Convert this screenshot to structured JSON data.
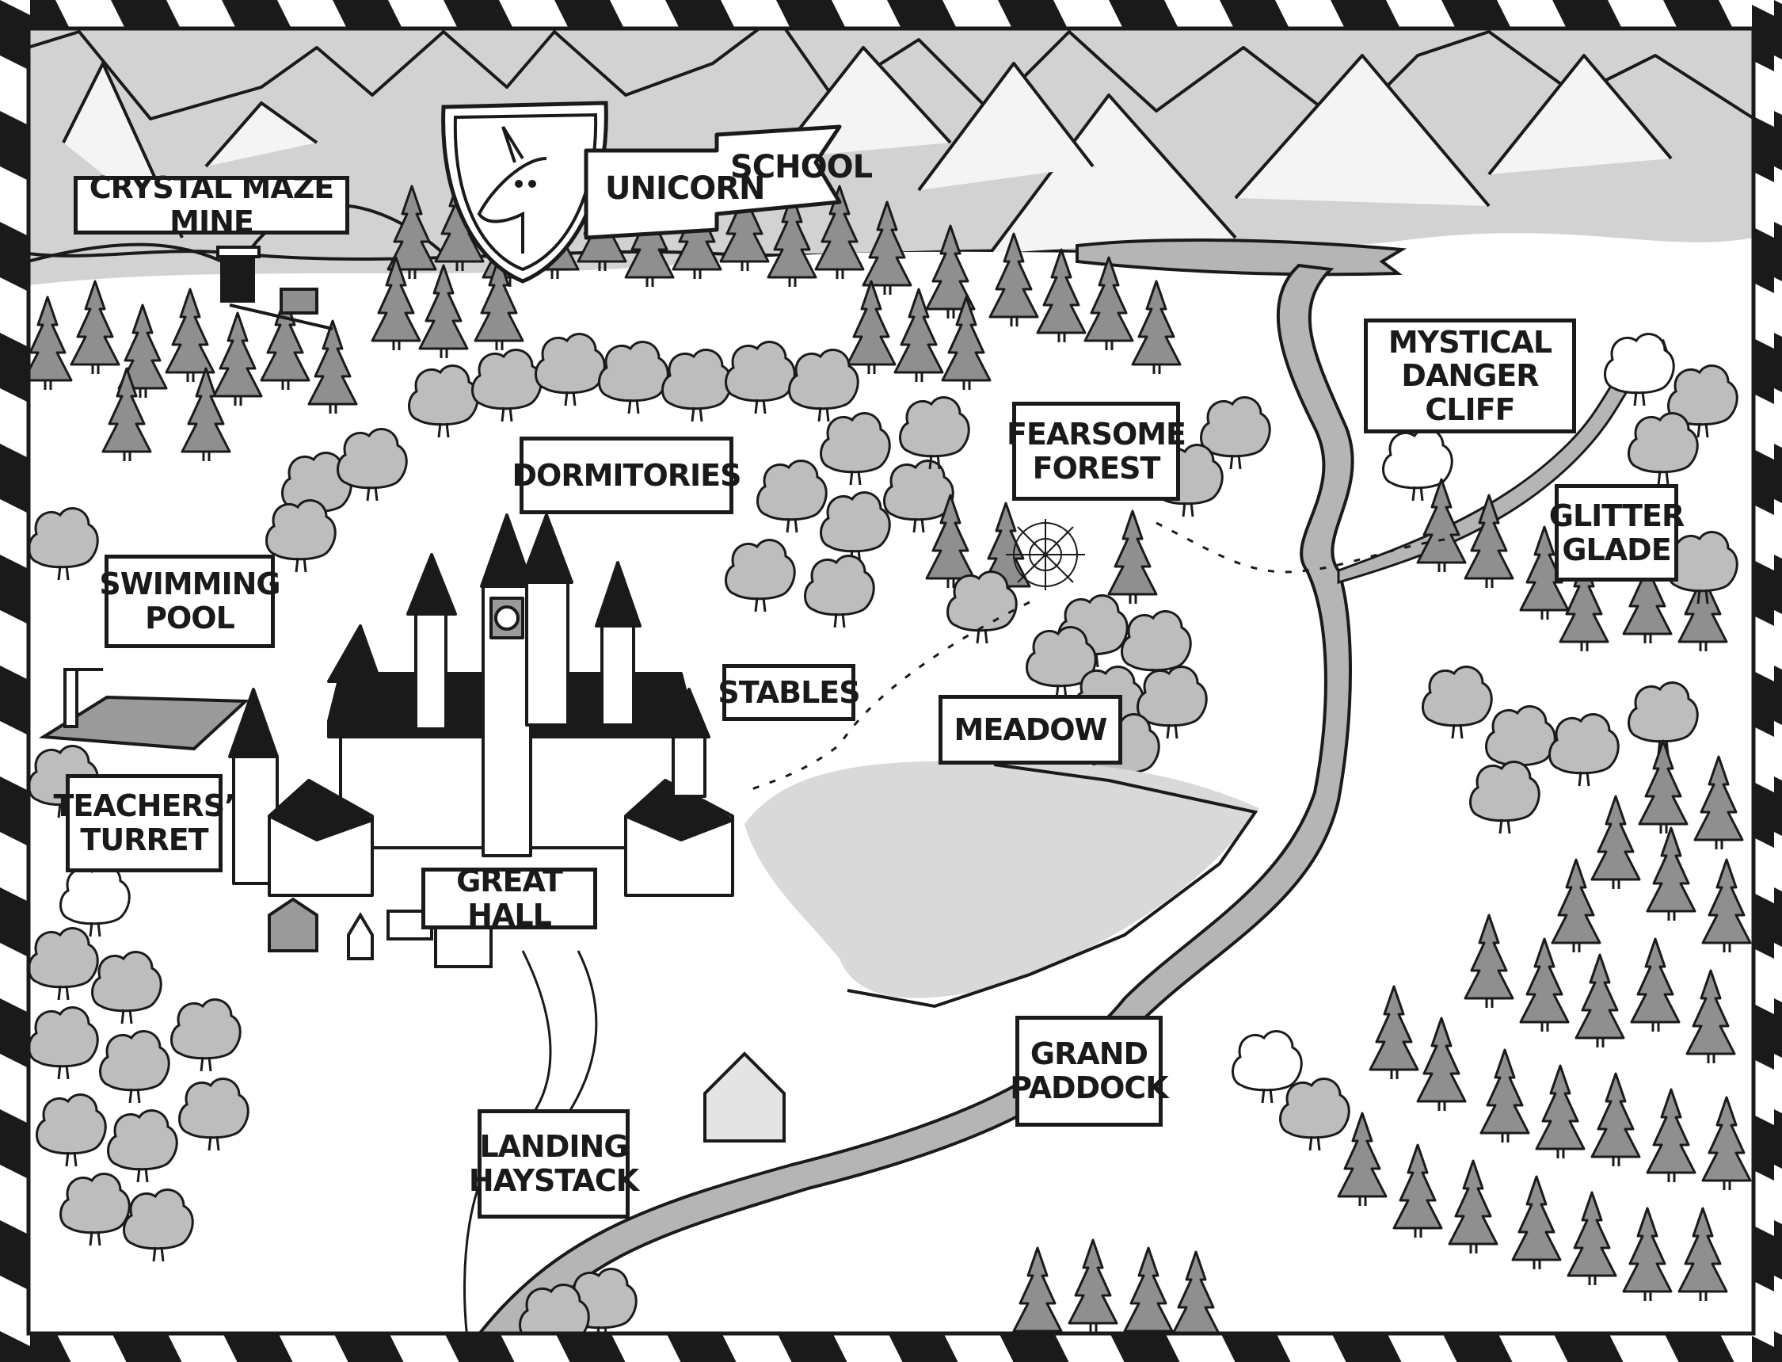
{
  "map": {
    "title_crest": {
      "word1": "UNICORN",
      "word2": "SCHOOL"
    },
    "labels": [
      {
        "id": "crystal-maze-mine",
        "text": "CRYSTAL MAZE MINE"
      },
      {
        "id": "dormitories",
        "text": "DORMITORIES"
      },
      {
        "id": "fearsome-forest",
        "text": "FEARSOME\nFOREST"
      },
      {
        "id": "mystical-danger-cliff",
        "text": "MYSTICAL\nDANGER CLIFF"
      },
      {
        "id": "glitter-glade",
        "text": "GLITTER\nGLADE"
      },
      {
        "id": "swimming-pool",
        "text": "SWIMMING\nPOOL"
      },
      {
        "id": "teachers-turret",
        "text": "TEACHERS’\nTURRET"
      },
      {
        "id": "stables",
        "text": "STABLES"
      },
      {
        "id": "meadow",
        "text": "MEADOW"
      },
      {
        "id": "great-hall",
        "text": "GREAT HALL"
      },
      {
        "id": "grand-paddock",
        "text": "GRAND\nPADDOCK"
      },
      {
        "id": "landing-haystack",
        "text": "LANDING\nHAYSTACK"
      }
    ],
    "colors": {
      "ink": "#1a1a1a",
      "mountain_gray": "#d2d2d2",
      "tree_gray": "#8f8f8f",
      "bush_gray": "#bdbdbd",
      "river_gray": "#b5b5b5",
      "meadow_gray": "#d9d9d9",
      "paper": "#ffffff"
    }
  }
}
